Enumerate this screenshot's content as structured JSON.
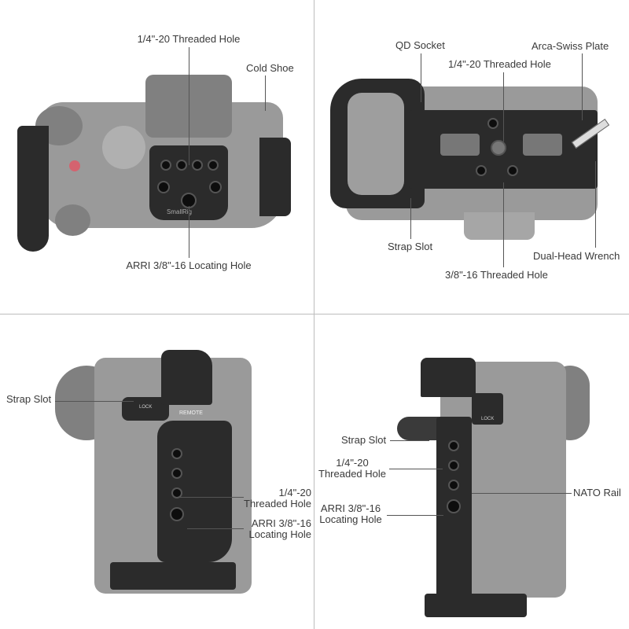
{
  "panels": {
    "top_view": {
      "labels": {
        "threaded_hole": "1/4\"-20 Threaded Hole",
        "cold_shoe": "Cold Shoe",
        "arri_hole": "ARRI 3/8\"-16 Locating Hole"
      },
      "logo_text": "SmallRig"
    },
    "bottom_view": {
      "labels": {
        "qd_socket": "QD Socket",
        "arca_plate": "Arca-Swiss Plate",
        "threaded_hole": "1/4\"-20 Threaded Hole",
        "strap_slot": "Strap Slot",
        "wrench": "Dual-Head Wrench",
        "threaded_hole_38": "3/8\"-16 Threaded Hole"
      }
    },
    "left_side_view": {
      "labels": {
        "strap_slot": "Strap Slot",
        "threaded_hole_l1": "1/4\"-20",
        "threaded_hole_l2": "Threaded Hole",
        "arri_hole_l1": "ARRI 3/8\"-16",
        "arri_hole_l2": "Locating Hole"
      },
      "camera_text": {
        "lock": "LOCK",
        "remote": "REMOTE"
      }
    },
    "right_side_view": {
      "labels": {
        "strap_slot": "Strap Slot",
        "threaded_hole_l1": "1/4\"-20",
        "threaded_hole_l2": "Threaded Hole",
        "arri_hole_l1": "ARRI 3/8\"-16",
        "arri_hole_l2": "Locating Hole",
        "nato_rail": "NATO Rail"
      },
      "camera_text": {
        "lock": "LOCK"
      }
    }
  }
}
